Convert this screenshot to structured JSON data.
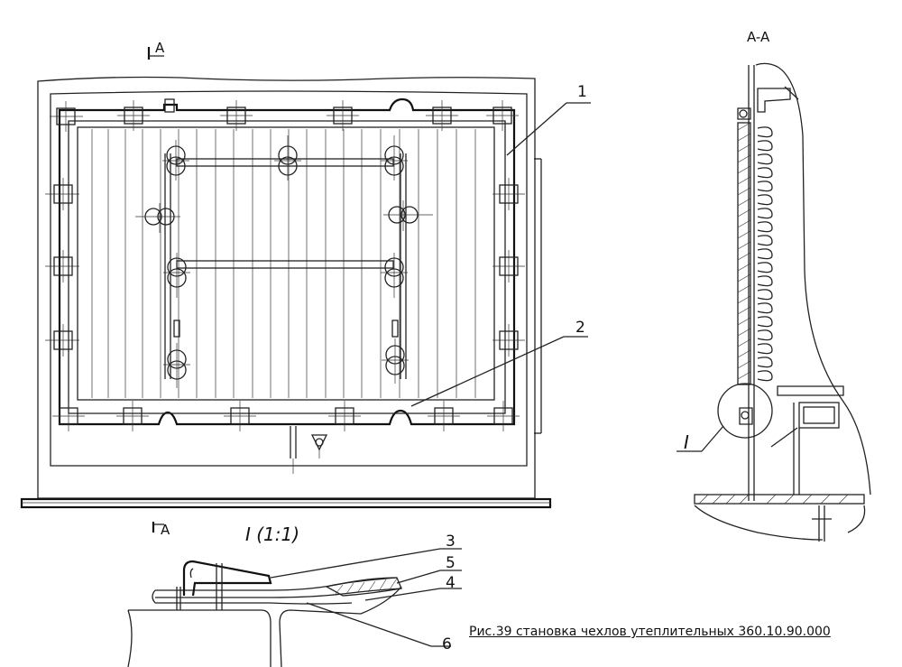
{
  "labels": {
    "section_top": "A",
    "section_bottom": "A",
    "section_view": "A-A",
    "detail_title": "I (1:1)",
    "detail_marker": "I",
    "part_1": "1",
    "part_2": "2",
    "part_3": "3",
    "part_4": "4",
    "part_5": "5",
    "part_6": "6"
  },
  "caption": "Рис.39 становка чехлов утеплительных 360.10.90.000"
}
